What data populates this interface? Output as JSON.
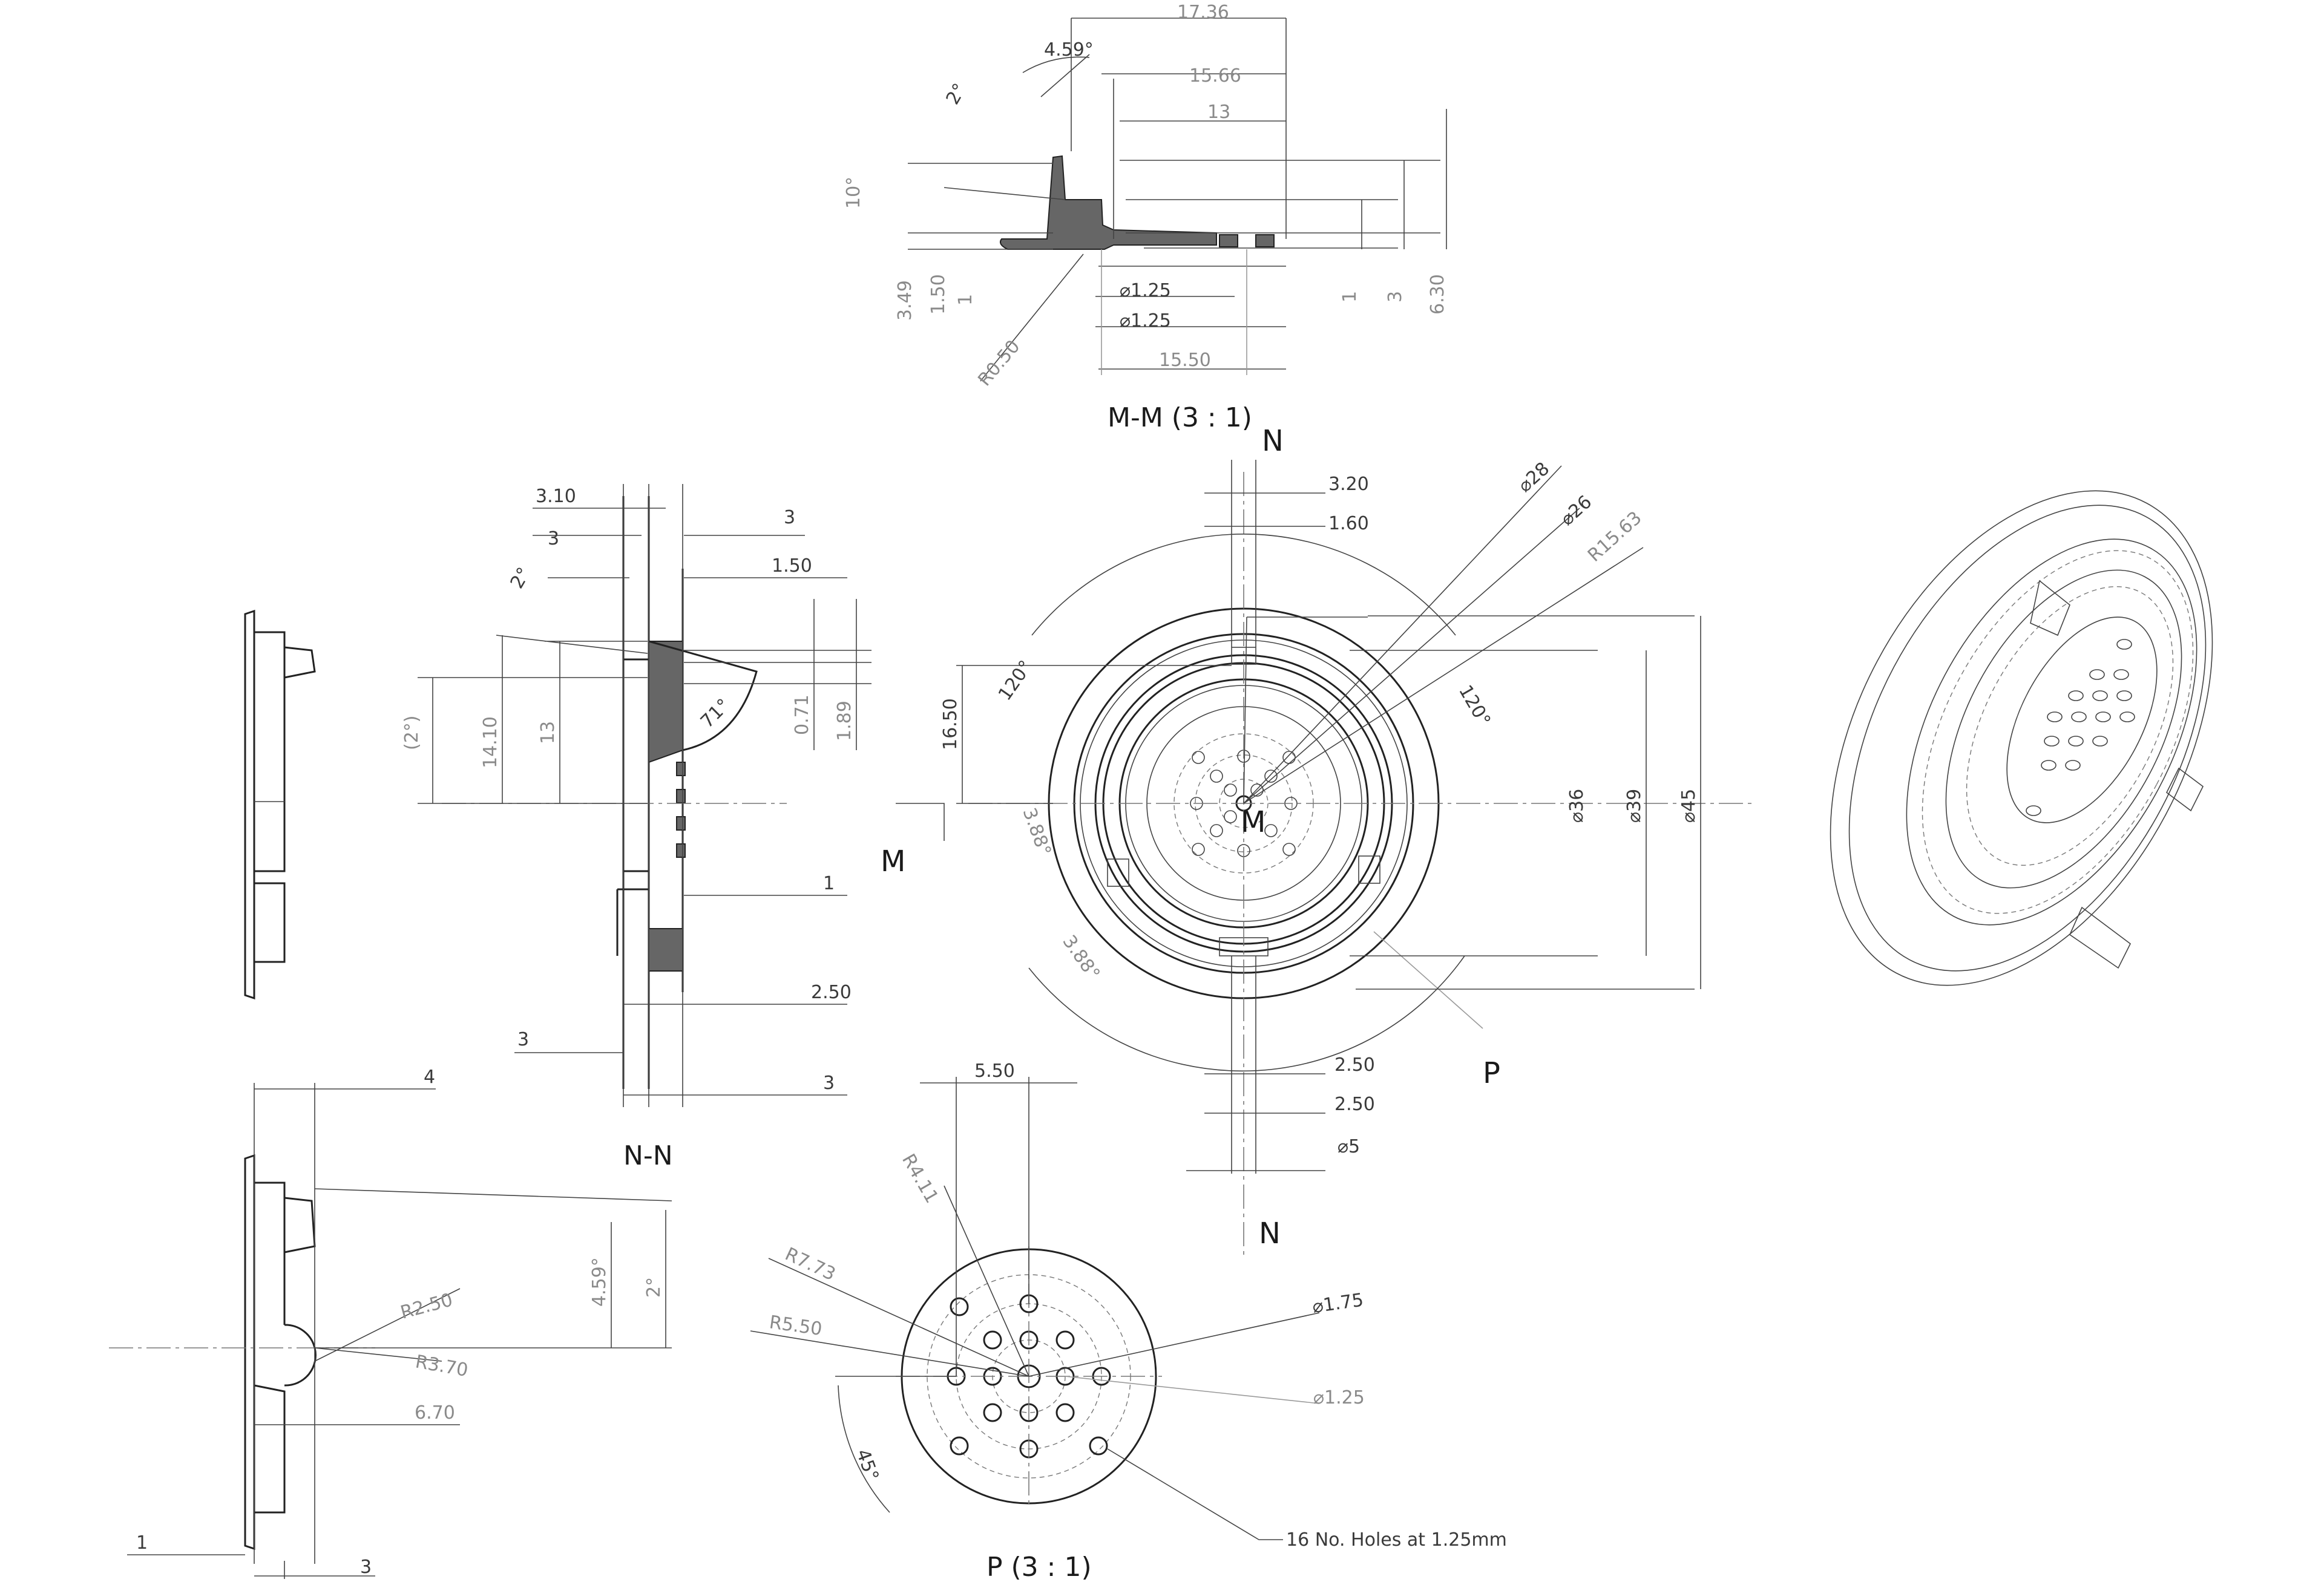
{
  "views": {
    "section_mm": {
      "title": "M-M (3 : 1)",
      "dims": [
        "17.36",
        "4.59°",
        "15.66",
        "13",
        "2°",
        "10°",
        "3.49",
        "1.50",
        "1",
        "⌀1.25",
        "⌀1.25",
        "R0.50",
        "15.50",
        "1",
        "3",
        "6.30"
      ]
    },
    "section_nn": {
      "title": "N-N",
      "dims": [
        "3.10",
        "3",
        "3",
        "1.50",
        "2°",
        "(2°)",
        "14.10",
        "13",
        "71°",
        "0.71",
        "1.89",
        "1",
        "2.50",
        "3",
        "3"
      ]
    },
    "front": {
      "dims": [
        "3.20",
        "1.60",
        "⌀28",
        "⌀26",
        "R15.63",
        "120°",
        "120°",
        "16.50",
        "3.88°",
        "3.88°",
        "⌀36",
        "⌀39",
        "⌀45",
        "2.50",
        "2.50",
        "⌀5"
      ],
      "labels": {
        "section_n_top": "N",
        "section_n_bottom": "N",
        "section_m": "M",
        "section_m_center": "M",
        "detail_p": "P"
      }
    },
    "side": {
      "dims": [
        "4",
        "R2.50",
        "R3.70",
        "4.59°",
        "2°",
        "6.70",
        "1",
        "3"
      ]
    },
    "detail_p": {
      "title": "P (3 : 1)",
      "dims": [
        "5.50",
        "R4.11",
        "R7.73",
        "R5.50",
        "⌀1.75",
        "⌀1.25",
        "45°"
      ],
      "note": "16 No. Holes at 1.25mm"
    }
  }
}
